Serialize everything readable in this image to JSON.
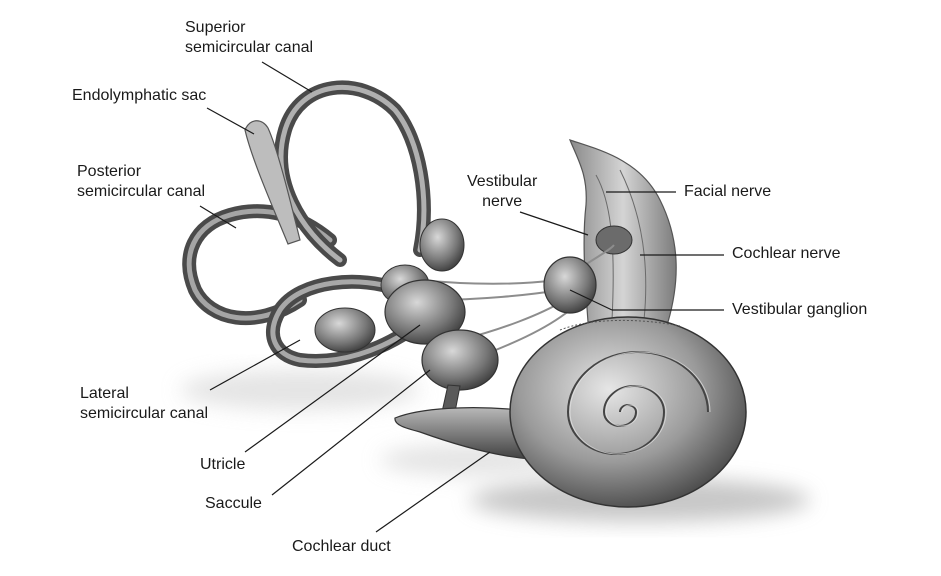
{
  "labels": {
    "superior_semicircular_canal": [
      "Superior",
      "semicircular canal"
    ],
    "endolymphatic_sac": [
      "Endolymphatic sac"
    ],
    "posterior_semicircular_canal": [
      "Posterior",
      "semicircular canal"
    ],
    "vestibular_nerve": [
      "Vestibular",
      "nerve"
    ],
    "facial_nerve": [
      "Facial nerve"
    ],
    "cochlear_nerve": [
      "Cochlear nerve"
    ],
    "vestibular_ganglion": [
      "Vestibular ganglion"
    ],
    "lateral_semicircular_canal": [
      "Lateral",
      "semicircular canal"
    ],
    "utricle": [
      "Utricle"
    ],
    "saccule": [
      "Saccule"
    ],
    "cochlear_duct": [
      "Cochlear duct"
    ]
  },
  "colors": {
    "text": "#1a1a1a",
    "leader": "#1a1a1a",
    "tissue_dark": "#3a3a3a",
    "tissue_mid": "#7a7a7a",
    "tissue_light": "#c8c8c8",
    "shadow": "#d9d9d9"
  }
}
